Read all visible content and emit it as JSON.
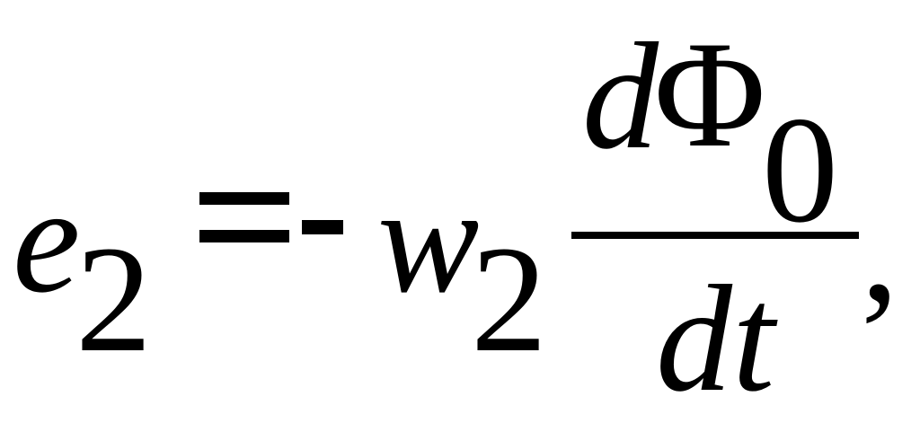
{
  "formula": {
    "lhs_symbol": "e",
    "lhs_subscript": "2",
    "equals": "=",
    "minus": "-",
    "coef_symbol": "w",
    "coef_subscript": "2",
    "numerator_d": "d",
    "numerator_phi": "Φ",
    "numerator_phi_subscript": "0",
    "denominator": "dt",
    "trailing": ","
  }
}
